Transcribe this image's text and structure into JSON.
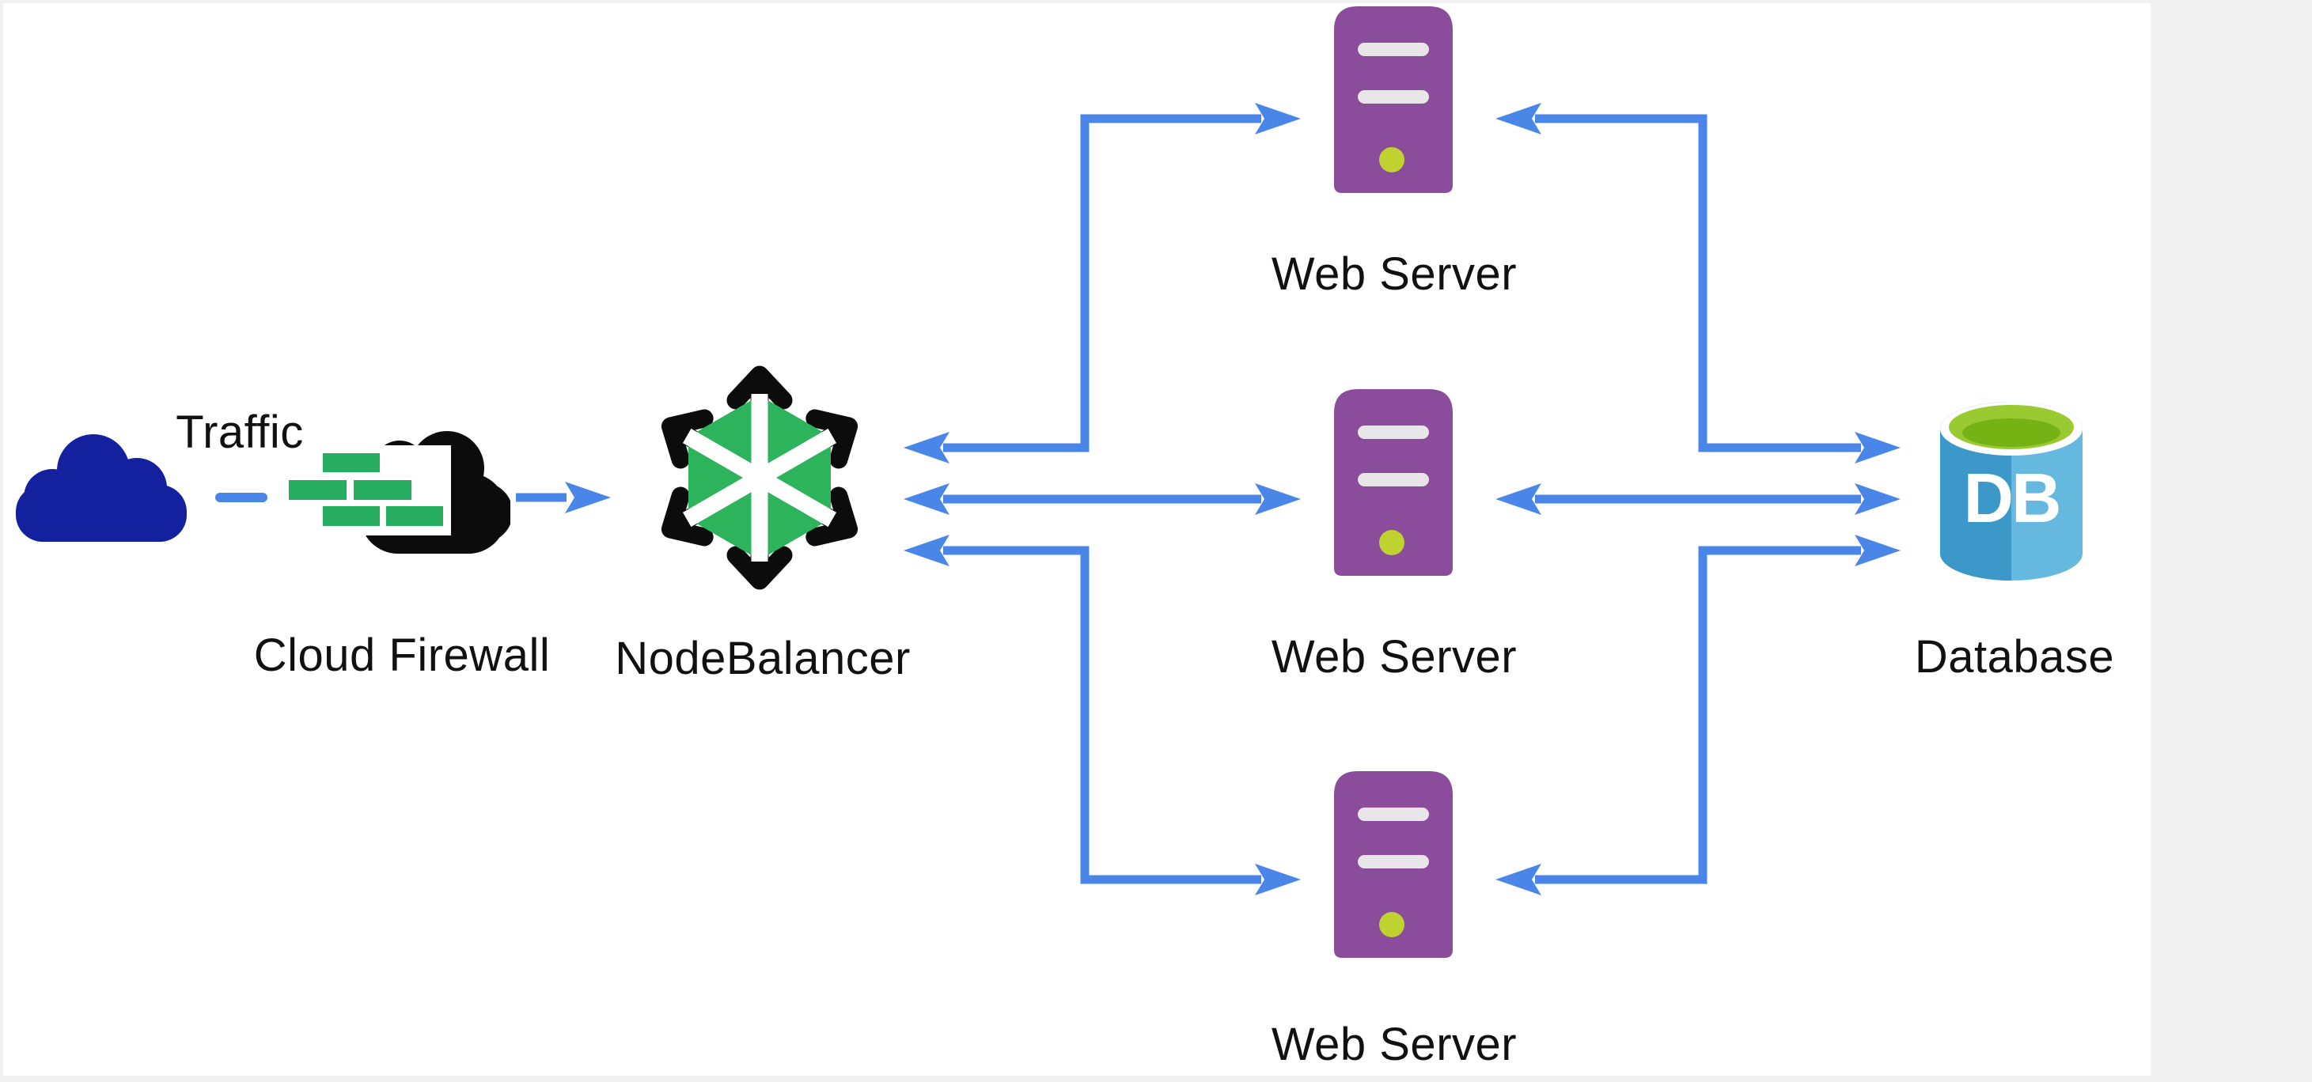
{
  "diagram": {
    "title_visible": false,
    "nodes": {
      "traffic": {
        "label": "Traffic",
        "icon": "cloud-icon"
      },
      "cloud_firewall": {
        "label": "Cloud Firewall",
        "icon": "firewall-cloud-icon"
      },
      "nodebalancer": {
        "label": "NodeBalancer",
        "icon": "nodebalancer-hexagon-icon"
      },
      "web_server_top": {
        "label": "Web Server",
        "icon": "server-tower-icon"
      },
      "web_server_middle": {
        "label": "Web Server",
        "icon": "server-tower-icon"
      },
      "web_server_bottom": {
        "label": "Web Server",
        "icon": "server-tower-icon"
      },
      "database": {
        "label": "Database",
        "icon": "database-cylinder-icon",
        "badge": "DB"
      }
    },
    "edges": [
      {
        "from": "traffic",
        "to": "cloud_firewall",
        "style": "short-dash",
        "arrows": "none"
      },
      {
        "from": "cloud_firewall",
        "to": "nodebalancer",
        "style": "solid",
        "arrows": "forward"
      },
      {
        "from": "nodebalancer",
        "to": "web_server_top",
        "style": "elbow",
        "arrows": "both"
      },
      {
        "from": "nodebalancer",
        "to": "web_server_middle",
        "style": "straight",
        "arrows": "both"
      },
      {
        "from": "nodebalancer",
        "to": "web_server_bottom",
        "style": "elbow",
        "arrows": "both"
      },
      {
        "from": "web_server_top",
        "to": "database",
        "style": "elbow",
        "arrows": "both"
      },
      {
        "from": "web_server_middle",
        "to": "database",
        "style": "straight",
        "arrows": "both"
      },
      {
        "from": "web_server_bottom",
        "to": "database",
        "style": "elbow",
        "arrows": "both"
      }
    ],
    "colors": {
      "page_frame": "#f1f1f2",
      "canvas": "#ffffff",
      "connector_blue": "#4a86e8",
      "traffic_cloud_navy": "#13219E",
      "firewall_black": "#0c0c0c",
      "firewall_brick_green": "#27AE60",
      "nodebalancer_green": "#2CB35C",
      "nodebalancer_black": "#0c0c0c",
      "server_purple": "#8B4D9B",
      "server_slot_gray": "#E8E6E8",
      "server_led_lime": "#BFD230",
      "db_body_dark_blue": "#3B98C8",
      "db_body_light_blue": "#66B9DE",
      "db_top_outer_lime": "#9ACA32",
      "db_top_inner_green": "#74B313",
      "label_black": "#111111"
    }
  }
}
